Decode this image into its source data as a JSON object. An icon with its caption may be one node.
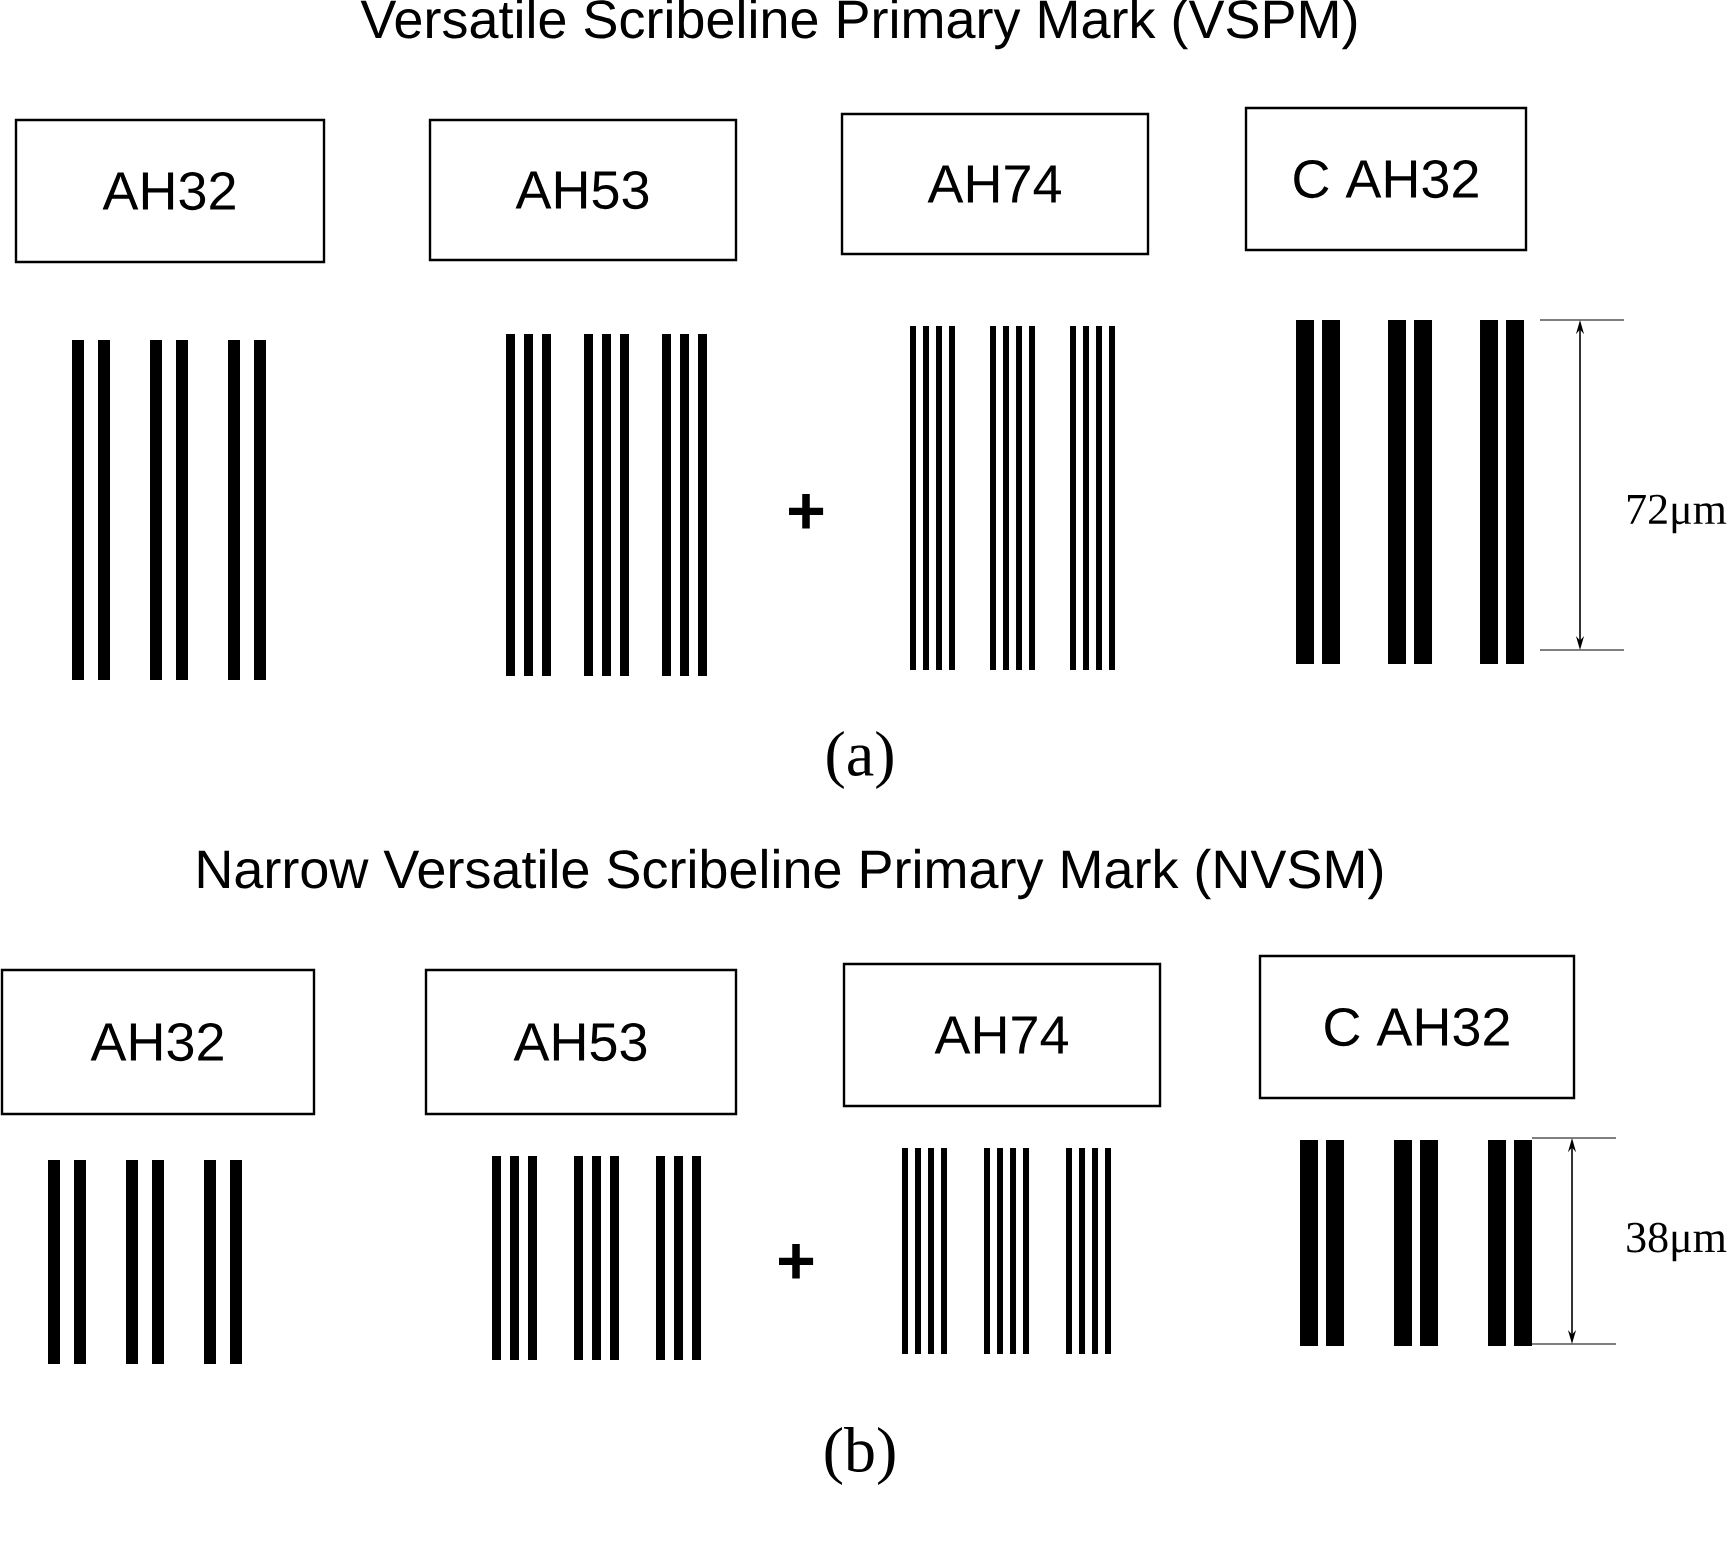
{
  "diagram": {
    "nodes": [
      {
        "text": [
          "AH32"
        ]
      },
      {
        "text": [
          "AH53"
        ]
      },
      {
        "text": [
          "AH74"
        ]
      },
      {
        "text": [
          "C AH32"
        ]
      },
      {
        "text": [
          "AH32"
        ]
      },
      {
        "text": [
          "AH53"
        ]
      },
      {
        "text": [
          "AH74"
        ]
      },
      {
        "text": [
          "C AH32"
        ]
      }
    ],
    "labels": [
      "Versatile Scribeline Primary Mark (VSPM)",
      "+",
      "72μm",
      "(a)",
      "Narrow Versatile Scribeline Primary Mark (NVSM)",
      "+",
      "38μm",
      "(b)"
    ]
  }
}
